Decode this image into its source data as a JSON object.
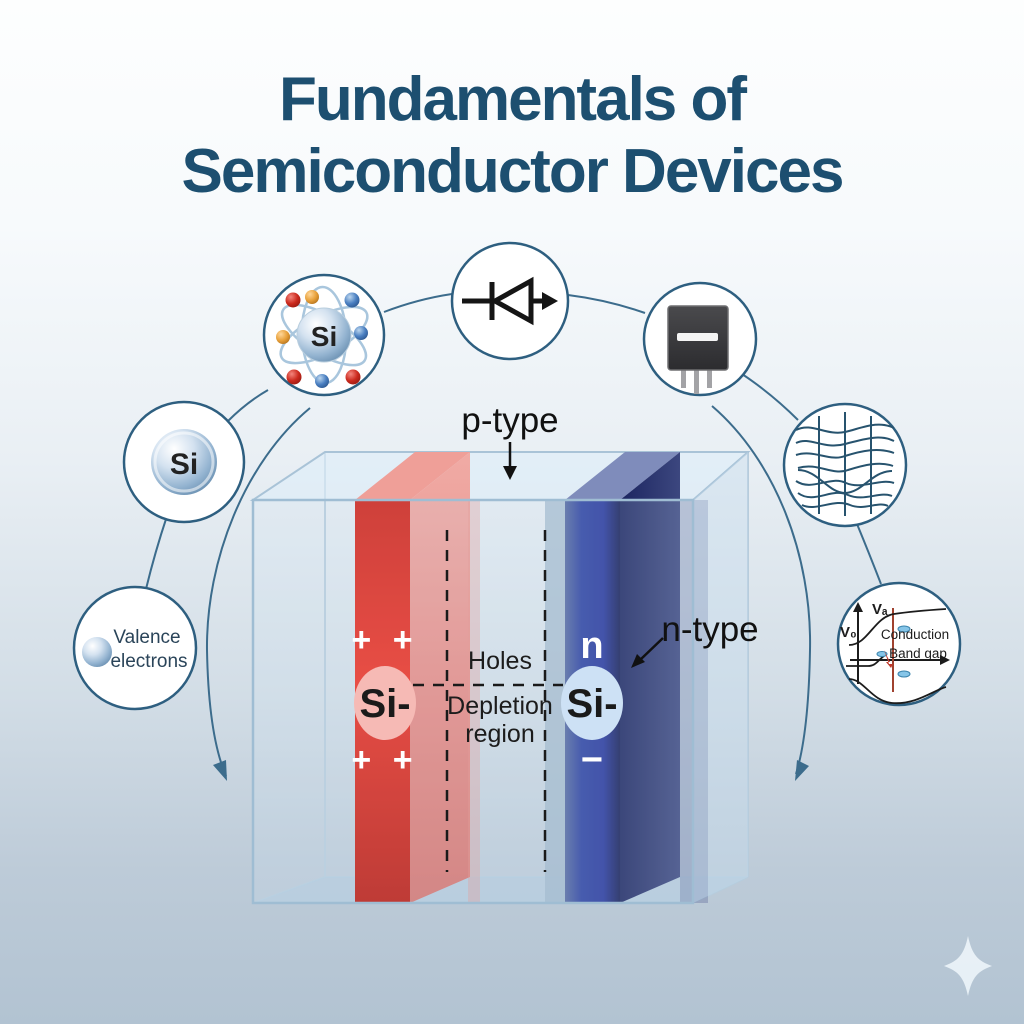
{
  "title": "Fundamentals of Semiconductor Devices",
  "colors": {
    "title": "#1d4f70",
    "p_red": "#e02318",
    "n_blue": "#2a3f9f",
    "circle_stroke": "#2e5f80",
    "background_bottom": "#b2c3d2"
  },
  "junction": {
    "p_type_label": "p-type",
    "n_type_label": "n-type",
    "holes_label": "Holes",
    "depletion_label_line1": "Depletion",
    "depletion_label_line2": "region",
    "p_charges_top": "+ +",
    "p_charges_bottom": "+ +",
    "p_atom_label": "Si-",
    "n_region_label": "n",
    "n_atom_label": "Si-",
    "n_charge": "−"
  },
  "icons": {
    "atom": {
      "nucleus_label": "Si"
    },
    "silicon_sphere": {
      "label": "Si"
    },
    "valence_electrons": {
      "line1": "Valence",
      "line2": "electrons"
    },
    "band_gap": {
      "axis_top_label": "Vₐ",
      "axis_left_label": "V₀",
      "conduction_label": "Conduction",
      "band_gap_label": "Band gap"
    }
  }
}
